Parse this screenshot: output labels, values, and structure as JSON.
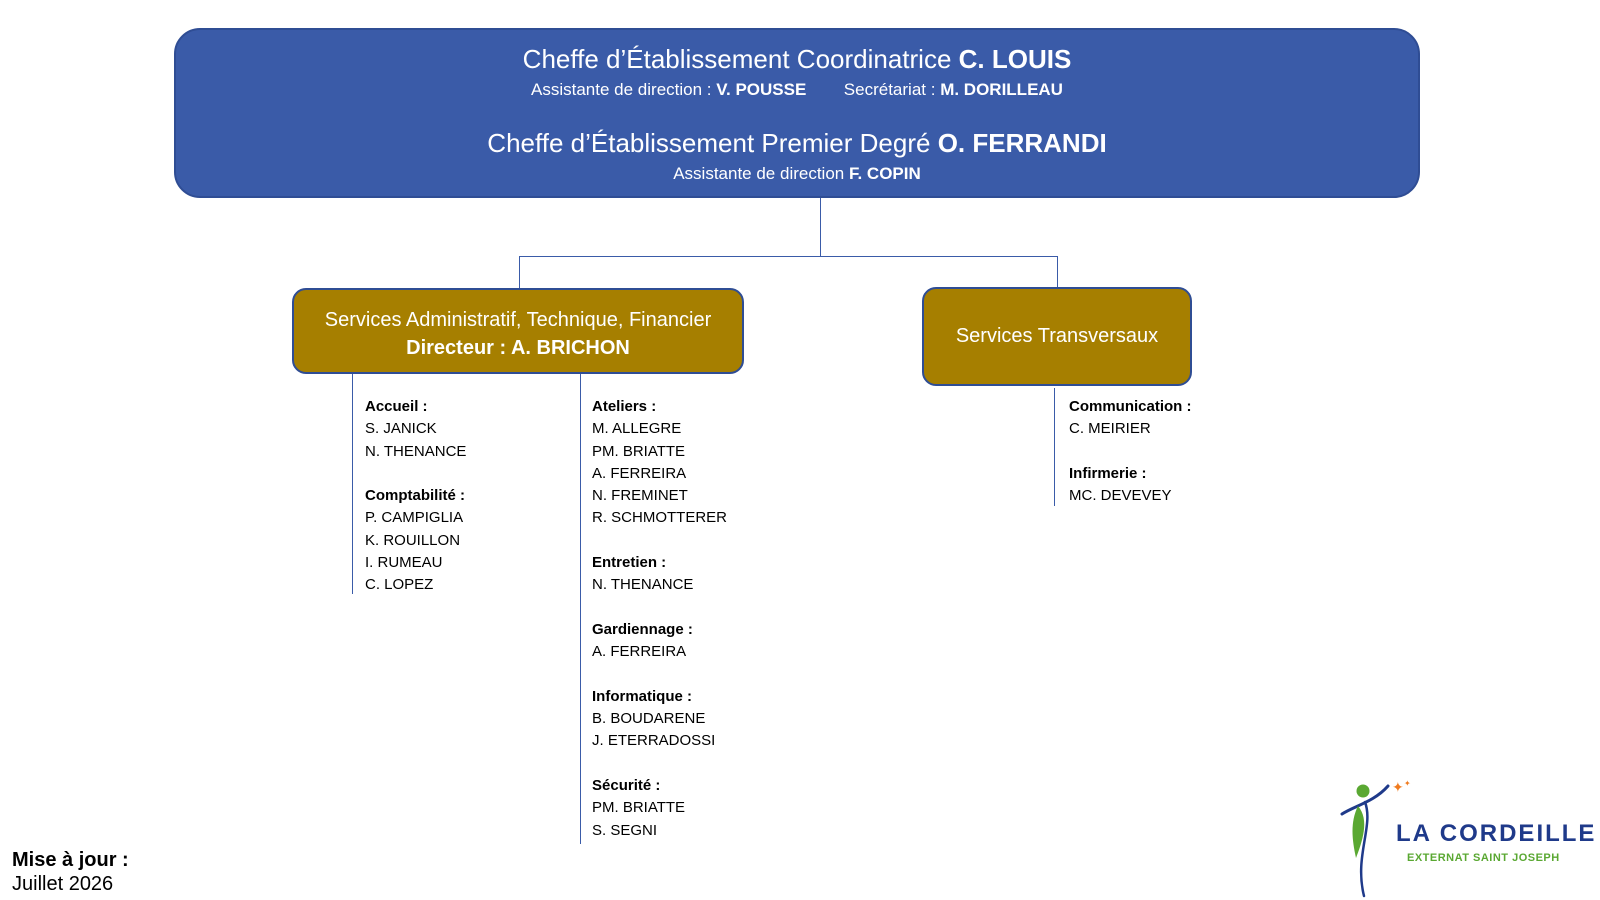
{
  "header": {
    "coord_title": "Cheffe d’Établissement Coordinatrice",
    "coord_name": "C. LOUIS",
    "asst1_label": "Assistante de direction :",
    "asst1_name": "V. POUSSE",
    "sec_label": "Secrétariat :",
    "sec_name": "M. DORILLEAU",
    "premier_title": "Cheffe d’Établissement Premier Degré",
    "premier_name": "O. FERRANDI",
    "asst2_label": "Assistante de direction",
    "asst2_name": "F. COPIN"
  },
  "admin": {
    "title": "Services Administratif, Technique, Financier",
    "director": "Directeur : A. BRICHON",
    "left_groups": [
      {
        "label": "Accueil :",
        "members": [
          "S. JANICK",
          "N. THENANCE"
        ]
      },
      {
        "label": "Comptabilité :",
        "members": [
          "P. CAMPIGLIA",
          "K. ROUILLON",
          "I. RUMEAU",
          "C. LOPEZ"
        ]
      }
    ],
    "right_groups": [
      {
        "label": "Ateliers :",
        "members": [
          "M. ALLEGRE",
          "PM. BRIATTE",
          "A. FERREIRA",
          "N. FREMINET",
          "R. SCHMOTTERER"
        ]
      },
      {
        "label": "Entretien :",
        "members": [
          "N. THENANCE"
        ]
      },
      {
        "label": "Gardiennage :",
        "members": [
          "A. FERREIRA"
        ]
      },
      {
        "label": "Informatique :",
        "members": [
          "B. BOUDARENE",
          "J. ETERRADOSSI"
        ]
      },
      {
        "label": "Sécurité :",
        "members": [
          "PM. BRIATTE",
          "S. SEGNI"
        ]
      }
    ]
  },
  "transversal": {
    "title": "Services Transversaux",
    "groups": [
      {
        "label": "Communication :",
        "members": [
          "C. MEIRIER"
        ]
      },
      {
        "label": "Infirmerie :",
        "members": [
          "MC. DEVEVEY"
        ]
      }
    ]
  },
  "update": {
    "label": "Mise à jour :",
    "date": "Juillet  2026"
  },
  "logo": {
    "name": "LA CORDEILLE",
    "subtitle": "EXTERNAT SAINT JOSEPH"
  },
  "colors": {
    "top_box": "#3a5ba8",
    "sub_box": "#a67f00",
    "connector": "#3a5ba8",
    "logo_blue": "#1f3a8a",
    "logo_green": "#5aa832",
    "logo_orange": "#f07b1f"
  }
}
